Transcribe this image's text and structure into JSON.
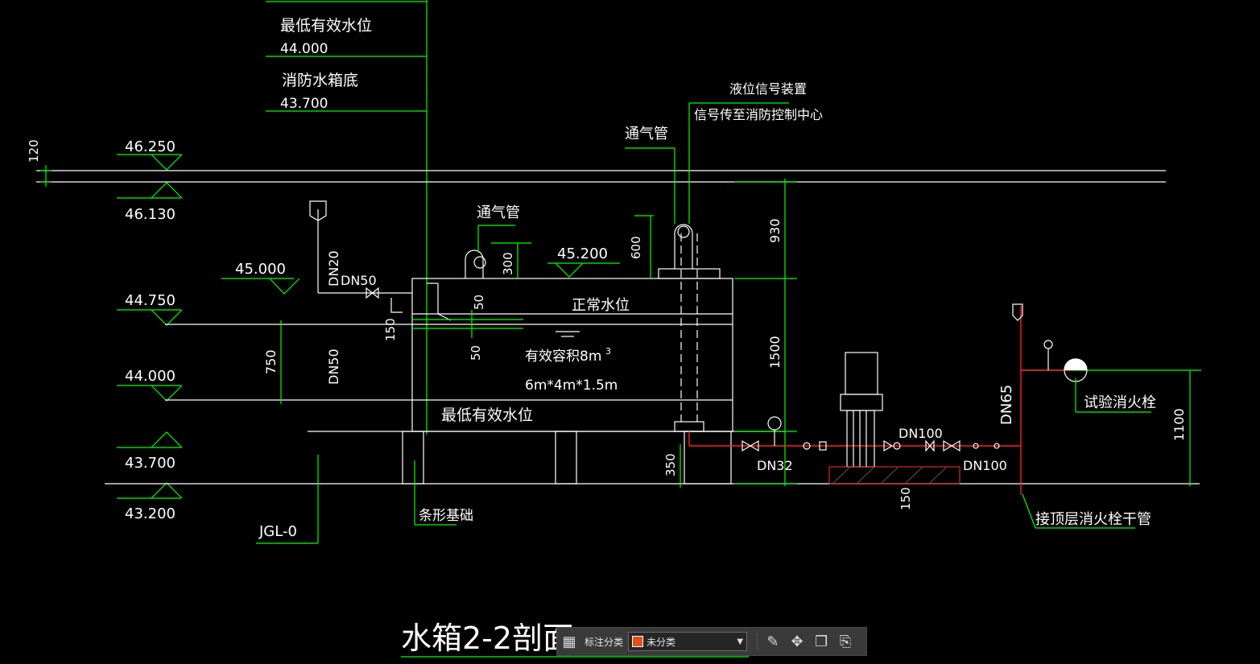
{
  "drawing": {
    "title": "水箱2-2剖面",
    "elevations": {
      "e46250": "46.250",
      "e46130": "46.130",
      "e45000": "45.000",
      "e44750": "44.750",
      "e44000": "44.000",
      "e43700": "43.700",
      "e43200": "43.200",
      "e45200": "45.200"
    },
    "dims": {
      "d120": "120",
      "d930": "930",
      "d1500": "1500",
      "d750": "750",
      "d150": "150",
      "d50a": "50",
      "d50b": "50",
      "d300": "300",
      "d600": "600",
      "d350": "350",
      "d150b": "150",
      "d1100": "1100"
    },
    "labels": {
      "min_level_top": "最低有效水位",
      "min_level_top_val": "44.000",
      "tank_bottom": "消防水箱底",
      "tank_bottom_val": "43.700",
      "vent1": "通气管",
      "vent2": "通气管",
      "level_device": "液位信号装置",
      "signal_to": "信号传至消防控制中心",
      "normal_level": "正常水位",
      "capacity": "有效容积8m",
      "capacity_sup": "3",
      "size": "6m*4m*1.5m",
      "min_level": "最低有效水位",
      "strip_found": "条形基础",
      "jgl": "JGL-0",
      "dn20": "DN20",
      "dn50a": "DN50",
      "dn50b": "DN50",
      "dn32": "DN32",
      "dn100a": "DN100",
      "dn100b": "DN100",
      "dn65": "DN65",
      "test_hydrant": "试验消火栓",
      "connect": "接顶层消火栓干管"
    }
  },
  "toolbar": {
    "label": "标注分类",
    "selected": "未分类",
    "swatch_color": "#e0501c"
  }
}
